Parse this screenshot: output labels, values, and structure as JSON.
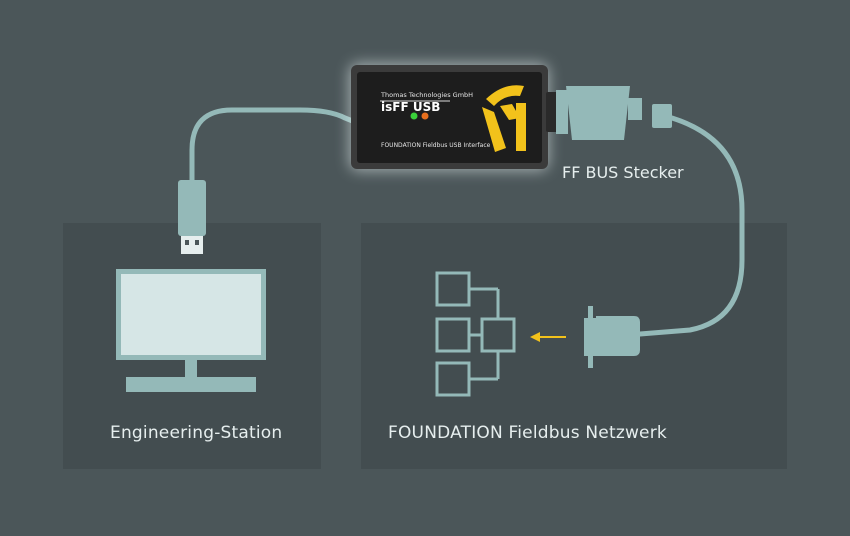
{
  "labels": {
    "left_panel": "Engineering-Station",
    "right_panel": "FOUNDATION Fieldbus Netzwerk",
    "plug": "FF BUS Stecker"
  },
  "device": {
    "manufacturer": "Thomas Technologies GmbH",
    "model": "isFF USB",
    "subtitle": "FOUNDATION Fieldbus USB Interface",
    "led_colors": [
      "#3ad13a",
      "#e8701e"
    ],
    "logo_color": "#f2c21b"
  },
  "colors": {
    "cable": "#94b9b8",
    "screen": "#d6e6e6",
    "arrow": "#f2c21b"
  },
  "icons": [
    "usb-plug-icon",
    "monitor-icon",
    "network-tree-icon",
    "db9-connector-icon",
    "direction-arrow-icon"
  ]
}
